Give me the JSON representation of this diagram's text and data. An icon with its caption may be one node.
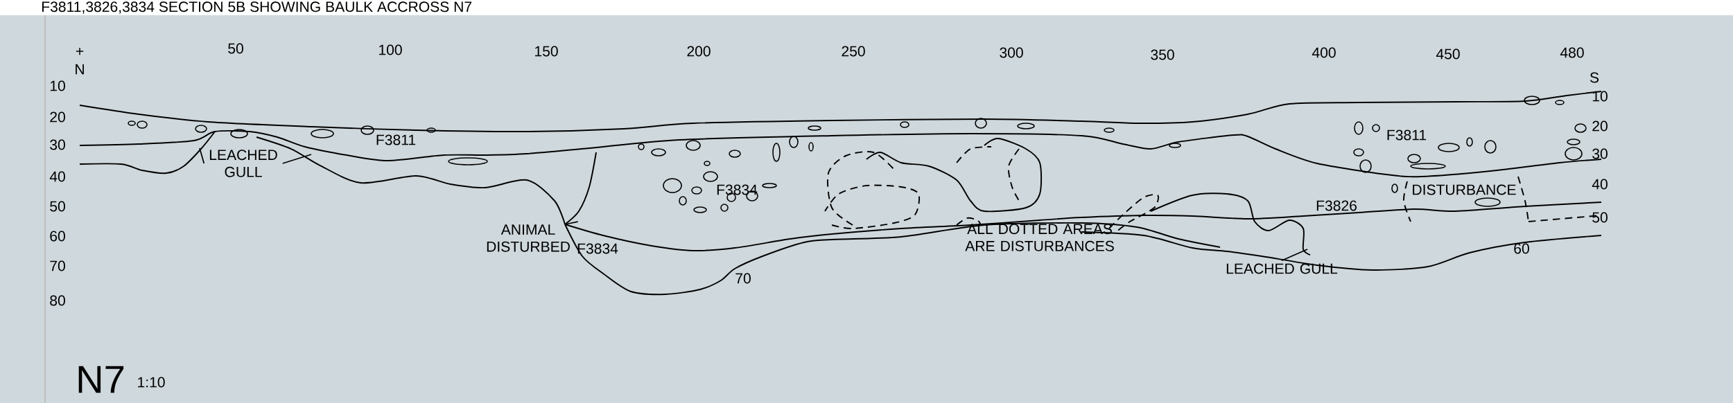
{
  "diagram": {
    "title": "F3811,3826,3834 SECTION 5B SHOWING BAULK ACCROSS N7",
    "nodes": [
      {
        "text": [
          "LEACHED GULL"
        ]
      },
      {
        "text": [
          "ANIMAL DISTURBED"
        ]
      },
      {
        "text": [
          "LEACHED GULL"
        ]
      }
    ],
    "edges": [
      {
        "from": 0,
        "to": null,
        "arrow": "none"
      },
      {
        "from": 0,
        "to": null,
        "arrow": "none"
      },
      {
        "from": 1,
        "to": null,
        "arrow": "none"
      },
      {
        "from": 2,
        "to": null,
        "arrow": "none"
      }
    ],
    "labels": [
      "+",
      "50",
      "100",
      "150",
      "200",
      "250",
      "300",
      "350",
      "400",
      "450",
      "480",
      "N",
      "S",
      "10",
      "20",
      "30",
      "40",
      "50",
      "60",
      "70",
      "80",
      "10",
      "20",
      "30",
      "40",
      "50",
      "F3811",
      "F3834",
      "F3834",
      "70",
      "ALL DOTTED AREAS ARE DISTURBANCES",
      "F3811",
      "F3826",
      "DISTURBANCE",
      "60",
      "N7",
      "1:10"
    ]
  }
}
